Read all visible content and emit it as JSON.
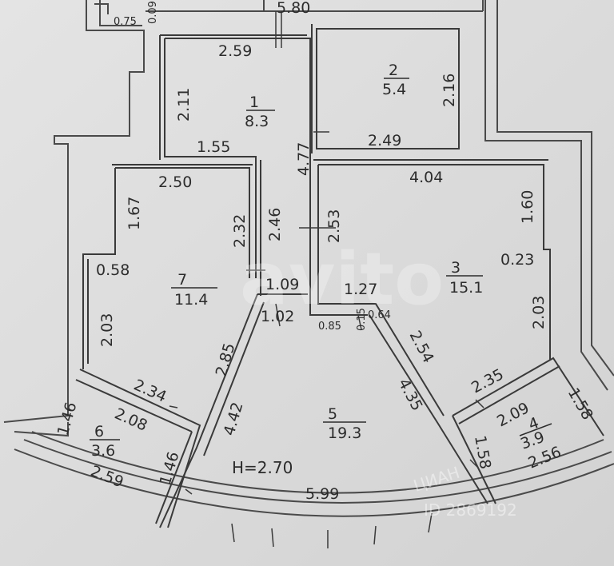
{
  "ceiling_height": "H=2.70",
  "rooms": [
    {
      "number": "1",
      "area": "8.3"
    },
    {
      "number": "2",
      "area": "5.4"
    },
    {
      "number": "3",
      "area": "15.1"
    },
    {
      "number": "4",
      "area": "3.9"
    },
    {
      "number": "5",
      "area": "19.3"
    },
    {
      "number": "6",
      "area": "3.6"
    },
    {
      "number": "7",
      "area": "11.4"
    }
  ],
  "dimensions": {
    "top_width": "5.80",
    "top_left_small": "0.75",
    "top_left_vertical": "0.09",
    "r1_top": "2.59",
    "r1_left": "2.11",
    "r1_bottom": "1.55",
    "r1_right": "4.77",
    "r2_right": "2.16",
    "r2_bottom": "2.49",
    "corridor_left": "2.46",
    "corridor_right": "2.53",
    "r7_top": "2.50",
    "r7_left_upper": "1.67",
    "r7_right": "2.32",
    "r7_step": "0.58",
    "r7_left_lower": "2.03",
    "r7_diag": "2.85",
    "r3_top": "4.04",
    "r3_right_upper": "1.60",
    "r3_step": "0.23",
    "r3_right_lower": "2.03",
    "r3_diag": "2.54",
    "mid_1_09": "1.09",
    "mid_1_02": "1.02",
    "mid_1_27": "1.27",
    "mid_0_85": "0.85",
    "mid_0_15": "0.15",
    "mid_0_64": "0.64",
    "r5_left_diag": "4.42",
    "r5_right_diag": "4.35",
    "r5_bottom": "5.99",
    "r6_2_34": "2.34",
    "r6_2_08": "2.08",
    "r6_1_46a": "1.46",
    "r6_1_46b": "1.46",
    "r6_2_59": "2.59",
    "r4_2_35": "2.35",
    "r4_2_09": "2.09",
    "r4_1_58a": "1.58",
    "r4_1_58b": "1.58",
    "r4_2_56": "2.56"
  },
  "watermark": {
    "logo_text": "avito",
    "id_text": "ID 2869192",
    "brand_text": "ЦИАН"
  }
}
